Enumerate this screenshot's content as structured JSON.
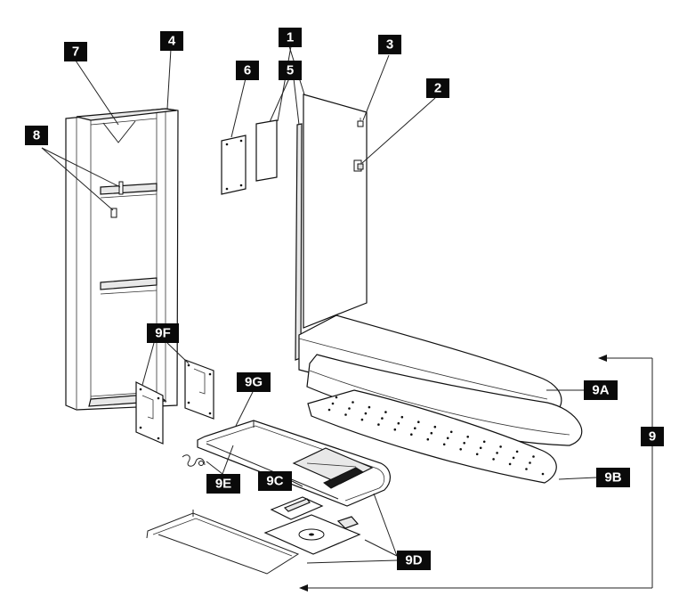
{
  "labels": {
    "l1": "1",
    "l2": "2",
    "l3": "3",
    "l4": "4",
    "l5": "5",
    "l6": "6",
    "l7": "7",
    "l8": "8",
    "l9": "9",
    "l9A": "9A",
    "l9B": "9B",
    "l9C": "9C",
    "l9D": "9D",
    "l9E": "9E",
    "l9F": "9F",
    "l9G": "9G"
  }
}
